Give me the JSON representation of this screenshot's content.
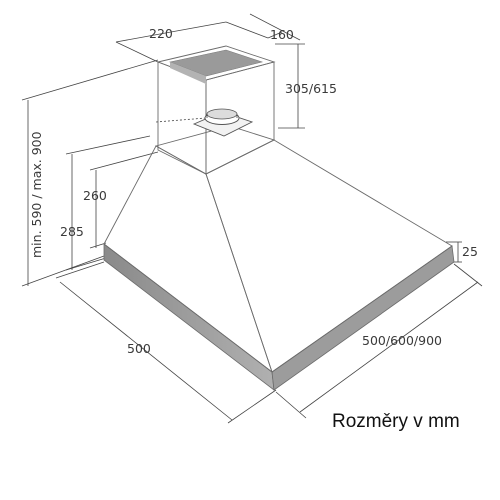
{
  "dimensions": {
    "chimney_width": "220",
    "chimney_depth": "160",
    "chimney_height": "305/615",
    "total_height": "min. 590 / max. 900",
    "hood_height_inner": "260",
    "hood_height_outer": "285",
    "hood_width": "500",
    "hood_depth_options": "500/600/900",
    "rim_height": "25"
  },
  "caption": "Rozměry v mm",
  "colors": {
    "steel_light": "#d8d8d8",
    "steel_mid": "#b5b5b5",
    "steel_dark": "#8f8f8f",
    "line": "#444444"
  }
}
